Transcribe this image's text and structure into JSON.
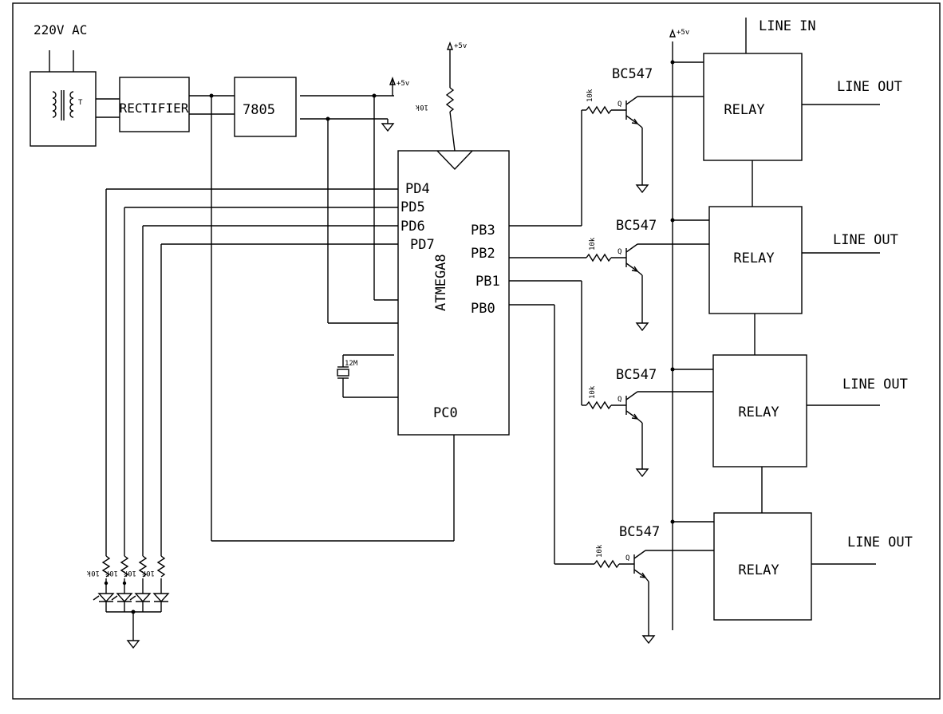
{
  "power": {
    "supply_label": "220V AC",
    "transformer_label": "T",
    "rectifier_label": "RECTIFIER",
    "regulator_label": "7805",
    "vcc_label": "+5v"
  },
  "mcu": {
    "name": "ATMEGA8",
    "pins_left": [
      "PD4",
      "PD5",
      "PD6",
      "PD7"
    ],
    "pins_right": [
      "PB3",
      "PB2",
      "PB1",
      "PB0"
    ],
    "pin_bottom": "PC0"
  },
  "crystal_label": "12M",
  "reset_resistor_label": "10k",
  "led_resistor_label": "10k",
  "channels": [
    {
      "transistor": "BC547",
      "resistor": "10k",
      "pin": "Q",
      "relay": "RELAY",
      "output": "LINE OUT"
    },
    {
      "transistor": "BC547",
      "resistor": "10k",
      "pin": "Q",
      "relay": "RELAY",
      "output": "LINE OUT"
    },
    {
      "transistor": "BC547",
      "resistor": "10k",
      "pin": "Q",
      "relay": "RELAY",
      "output": "LINE OUT"
    },
    {
      "transistor": "BC547",
      "resistor": "10k",
      "pin": "Q",
      "relay": "RELAY",
      "output": "LINE OUT"
    }
  ],
  "line_in_label": "LINE IN"
}
